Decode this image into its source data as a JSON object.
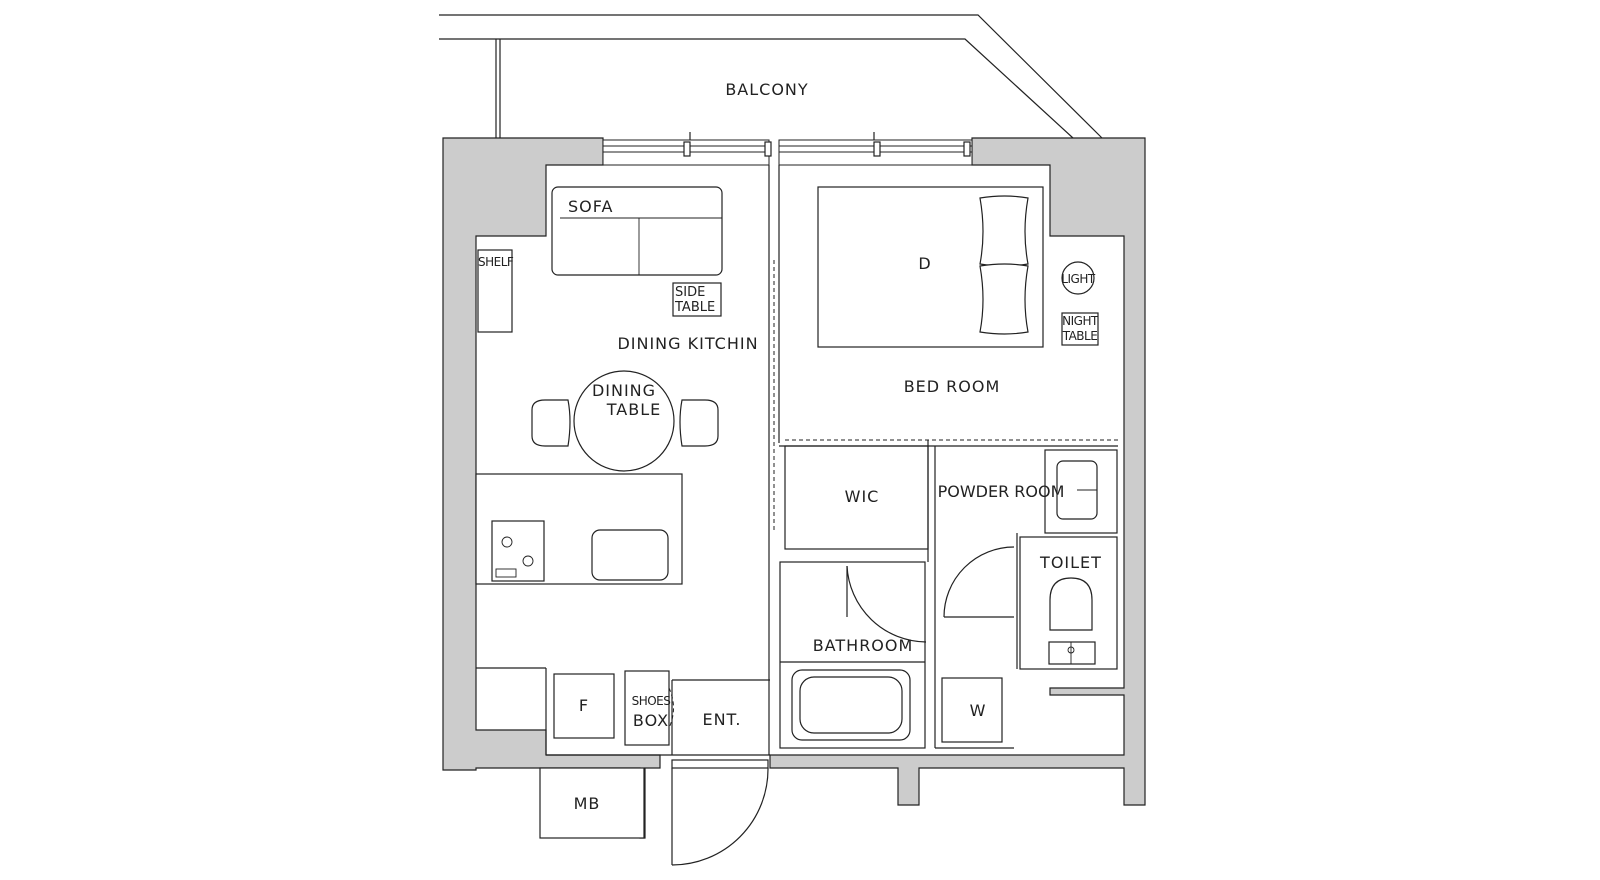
{
  "rooms": {
    "balcony": "BALCONY",
    "dining_kitchen": "DINING KITCHIN",
    "bed_room": "BED ROOM",
    "wic": "WIC",
    "powder_room": "POWDER ROOM",
    "toilet": "TOILET",
    "bathroom": "BATHROOM",
    "entrance": "ENT.",
    "meter_box": "MB"
  },
  "fixtures": {
    "sofa": "SOFA",
    "shelf": "SHELF",
    "side_table_1": "SIDE",
    "side_table_2": "TABLE",
    "dining_table_1": "DINING",
    "dining_table_2": "TABLE",
    "bed": "D",
    "light": "LIGHT",
    "night_table_1": "NIGHT",
    "night_table_2": "TABLE",
    "fridge": "F",
    "shoes_box_1": "SHOES",
    "shoes_box_2": "BOX",
    "washer": "W"
  },
  "colors": {
    "wall_fill": "#cccccc",
    "line": "#222222",
    "background": "#ffffff"
  }
}
